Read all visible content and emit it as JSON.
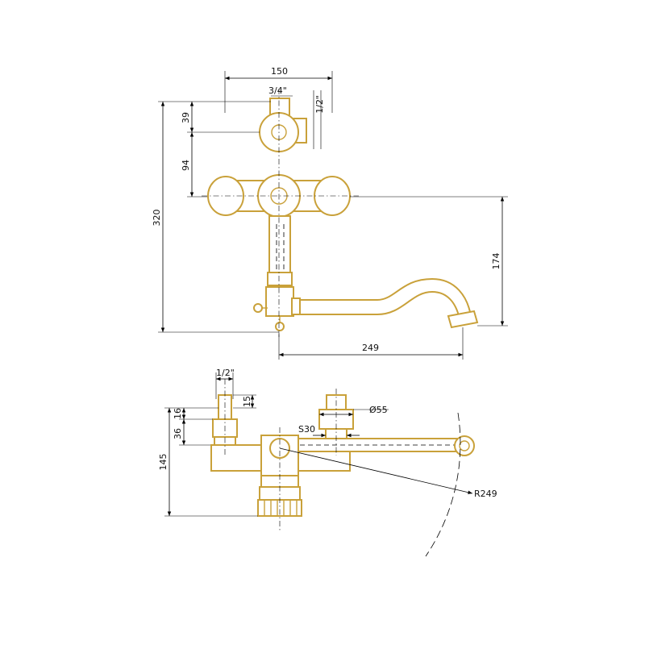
{
  "front_view": {
    "dim_width": "150",
    "dim_inlet_top": "3/4\"",
    "dim_side_inlet": "1/2\"",
    "dim_39": "39",
    "dim_94": "94",
    "dim_320": "320",
    "dim_174": "174",
    "dim_249": "249"
  },
  "top_view": {
    "dim_half_inch": "1/2\"",
    "dim_15": "15",
    "dim_16": "16",
    "dim_36": "36",
    "dim_145": "145",
    "dim_diameter": "Ø55",
    "dim_s30": "S30",
    "dim_radius": "R249"
  },
  "colors": {
    "outline": "#c9a13a",
    "dimension_lines": "#000000"
  }
}
